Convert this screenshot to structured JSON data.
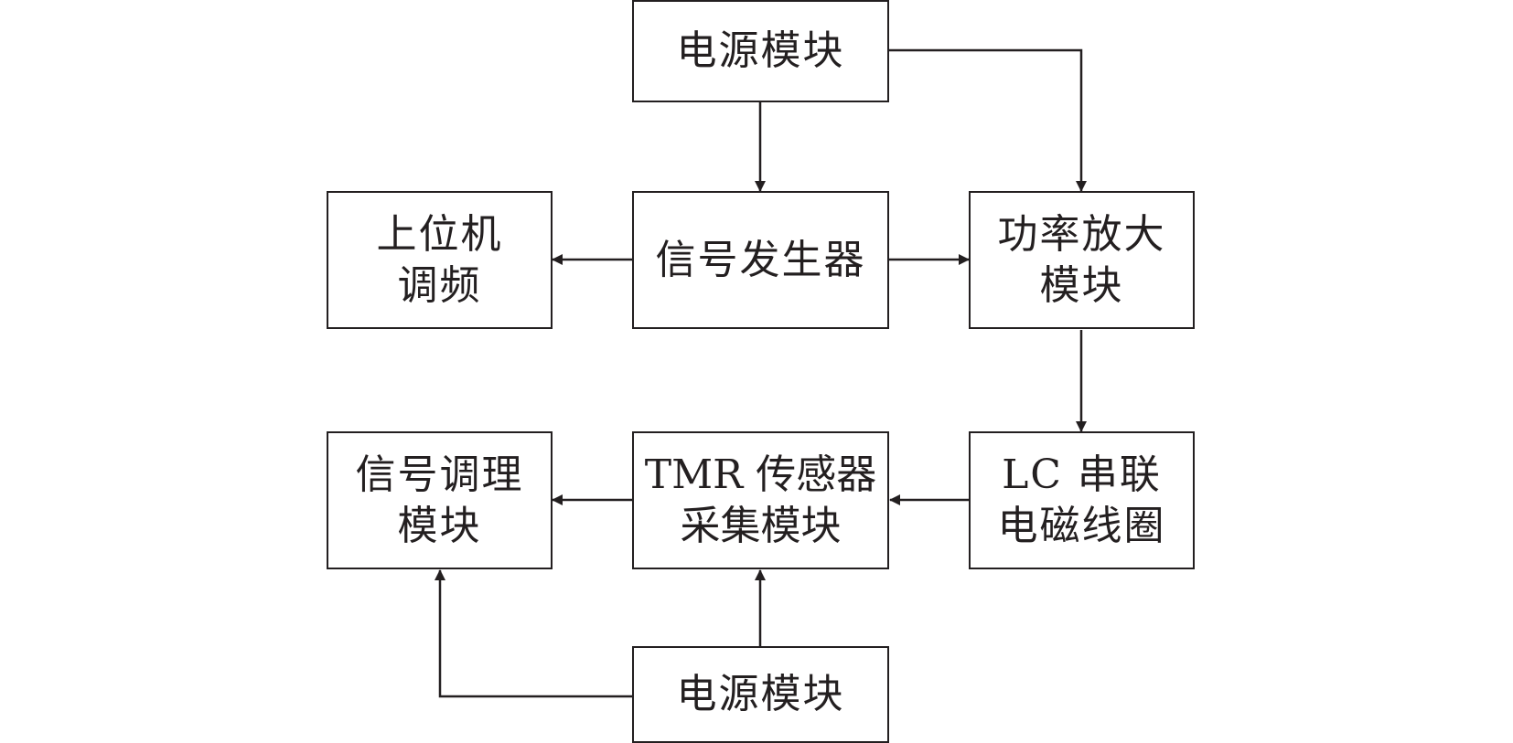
{
  "diagram": {
    "stroke_color": "#231f20",
    "background_color": "#ffffff",
    "nodes": {
      "power_top": {
        "lines": [
          "电源模块"
        ]
      },
      "host_freq": {
        "lines": [
          "上位机",
          "调频"
        ]
      },
      "signal_gen": {
        "lines": [
          "信号发生器"
        ]
      },
      "power_amp": {
        "lines": [
          "功率放大",
          "模块"
        ]
      },
      "signal_cond": {
        "lines": [
          "信号调理",
          "模块"
        ]
      },
      "tmr_sensor": {
        "lines": [
          "TMR 传感器",
          "采集模块"
        ]
      },
      "lc_coil": {
        "lines": [
          "LC 串联",
          "电磁线圈"
        ]
      },
      "power_bottom": {
        "lines": [
          "电源模块"
        ]
      }
    },
    "edges": [
      {
        "from": "power_top",
        "to": "signal_gen"
      },
      {
        "from": "power_top",
        "to": "power_amp"
      },
      {
        "from": "signal_gen",
        "to": "host_freq"
      },
      {
        "from": "signal_gen",
        "to": "power_amp"
      },
      {
        "from": "power_amp",
        "to": "lc_coil"
      },
      {
        "from": "lc_coil",
        "to": "tmr_sensor"
      },
      {
        "from": "tmr_sensor",
        "to": "signal_cond"
      },
      {
        "from": "power_bottom",
        "to": "tmr_sensor"
      },
      {
        "from": "power_bottom",
        "to": "signal_cond"
      }
    ]
  }
}
